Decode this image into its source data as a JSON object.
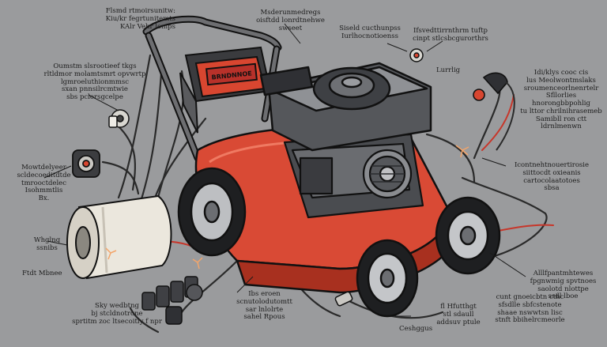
{
  "labels": [
    {
      "id": "top-left",
      "lines": [
        "Flsmd rtmoirsunitw:",
        "Kiu/kr fegrtunitemts",
        "KAlr Vehr lomps"
      ]
    },
    {
      "id": "top-center",
      "lines": [
        "Msderunmedregs",
        "oisftdd lonrdtnehwe",
        "swseet"
      ]
    },
    {
      "id": "top-mid",
      "lines": [
        "Siseld cucthunpss",
        "Iurlhocnotioenss"
      ]
    },
    {
      "id": "top-right",
      "lines": [
        "Ifsvedttirrnthrm tuftp",
        "cinpt stlcsbcgurorthrs"
      ]
    },
    {
      "id": "tiny-right",
      "lines": [
        "Lurrlig"
      ]
    },
    {
      "id": "left-upper",
      "lines": [
        "Oumstm slsrootieef tkgs",
        "rltldmor molamtsmrt opvwrtp",
        "lgmroeluthionmmsc",
        "sxan pnnsilrcmtwie",
        "sbs pclorsgcelpe"
      ]
    },
    {
      "id": "left-middle",
      "lines": [
        "Mowtdelyeer",
        "scldecoeditdtde",
        "tmrooctdelec",
        "Isohmmtlis",
        "Bx."
      ]
    },
    {
      "id": "left-lower",
      "lines": [
        "Whglng",
        "ssnibs"
      ]
    },
    {
      "id": "left-bottom",
      "lines": [
        "Ftdt Mbnee"
      ]
    },
    {
      "id": "right-upper",
      "lines": [
        "Idi/klys cooc cis",
        "lus Meolwontmslaks",
        "sroumenceorlnenrtelr",
        "Sfllorlies hnorongbbpohlig",
        "tu lttor chrilnihrasemeb",
        "Samibll ron ctt ldrnlmenwn"
      ]
    },
    {
      "id": "right-middle",
      "lines": [
        "Icontnehtnouertirosie",
        "siittocdt oxieanis",
        "cartocolaatotoes",
        "sbsa"
      ]
    },
    {
      "id": "right-bottom",
      "lines": [
        "Alllfpantmhtewes",
        "fpgnwmig spvtnoes",
        "saolotd nlottpe",
        "ssdl lboe"
      ]
    },
    {
      "id": "bottom-right",
      "lines": [
        "cunt gnoeicbtn cthc",
        "sfsdlle sbfcstenote",
        "shaae nswwtsn lisc",
        "stnft bbihelrcmeorle"
      ]
    },
    {
      "id": "bottom-center-right",
      "lines": [
        "fl Hfutthgt",
        "stl sdaull",
        "addsuv ptule"
      ]
    },
    {
      "id": "bottom-center",
      "lines": [
        "Ibs eroen",
        "scnutolodutomtt",
        "sar lnlolrte",
        "sahel Rpous"
      ]
    },
    {
      "id": "bottom-left",
      "lines": [
        "Sky wedbtng",
        "bj stcldnotrone",
        "sprtitm zoc ltsecoitly f npr"
      ]
    },
    {
      "id": "bottom-tiny",
      "lines": [
        "Ceshggus"
      ]
    }
  ],
  "badge_text": "BRNDNNOE",
  "colors": {
    "background": "#9a9b9d",
    "deck": "#d94a35",
    "engine": "#4a4c50",
    "battery": "#d84630",
    "wire": "#2a2a2a",
    "outline": "#111111"
  }
}
